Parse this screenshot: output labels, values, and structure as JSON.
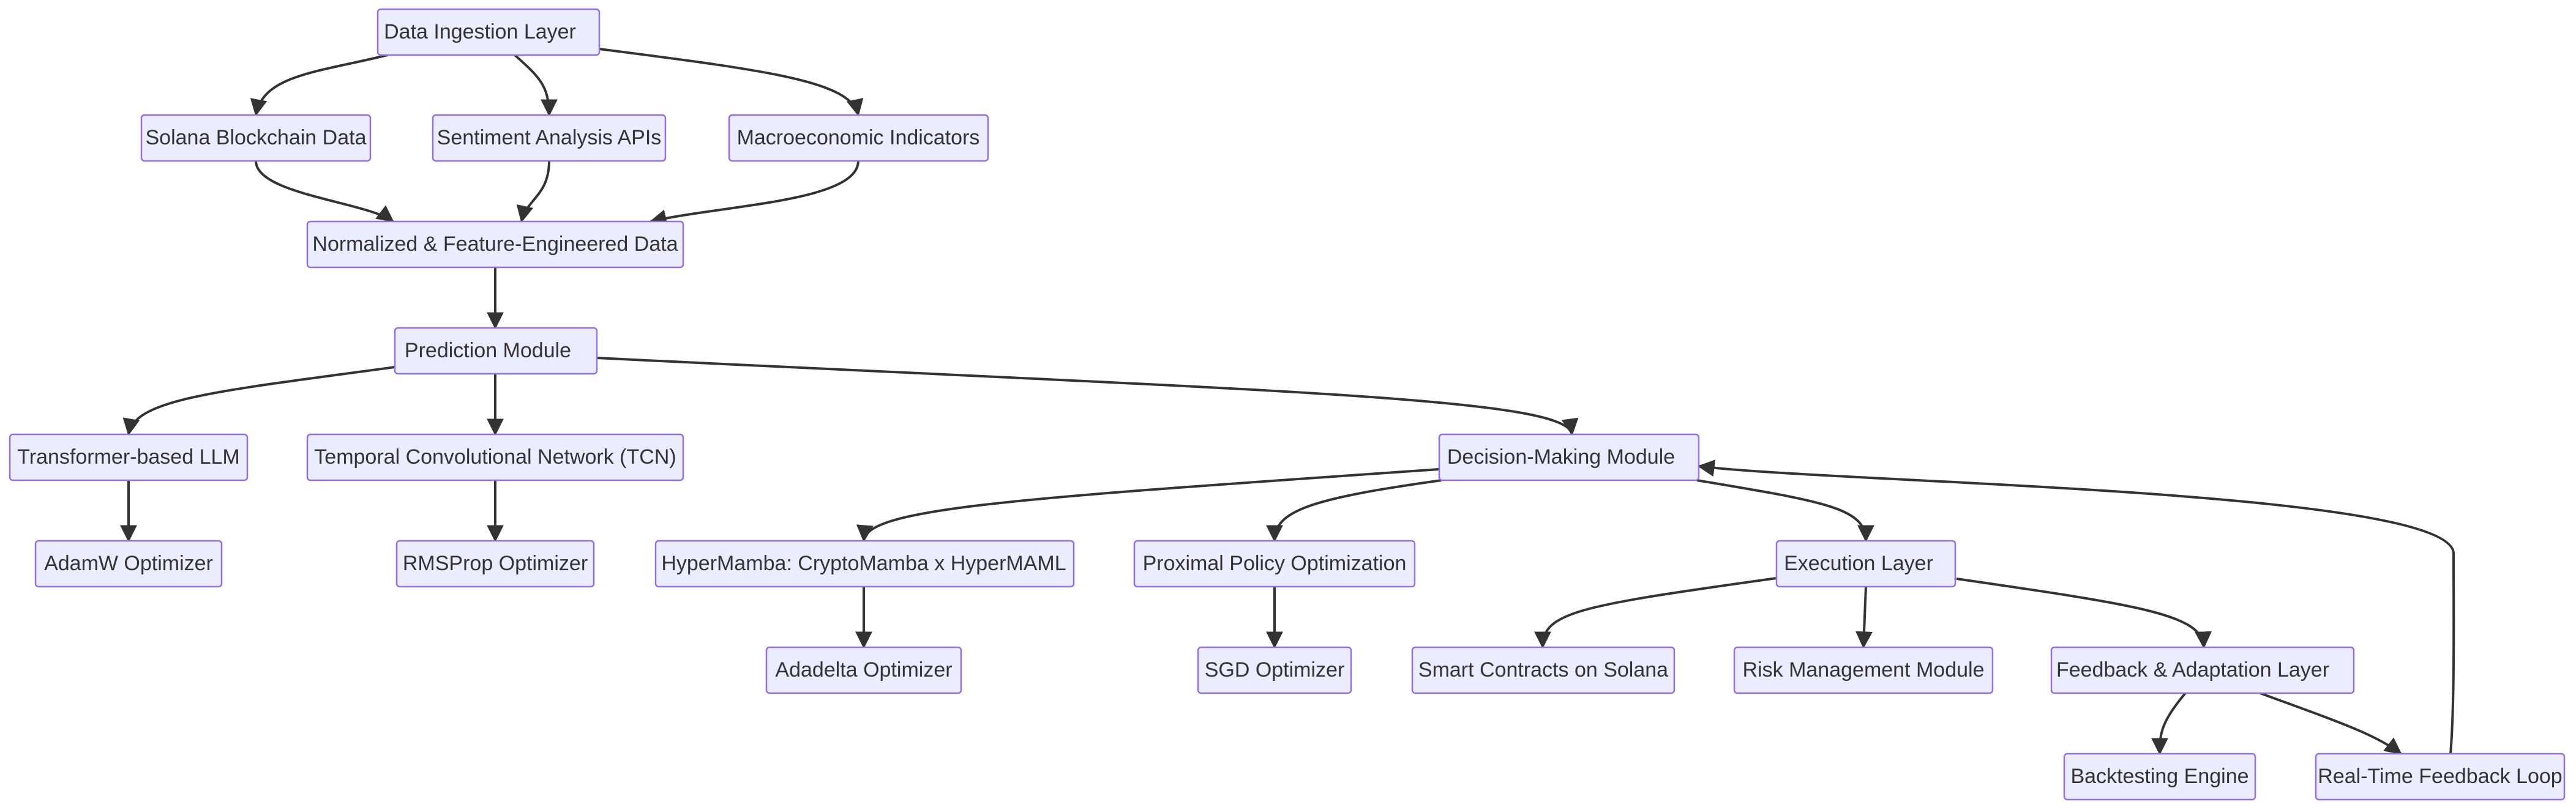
{
  "diagram": {
    "nodes": {
      "ingestion": "Data Ingestion Layer",
      "solana_data": "Solana Blockchain Data",
      "sentiment": "Sentiment Analysis APIs",
      "macro": "Macroeconomic Indicators",
      "normalized": "Normalized & Feature-Engineered Data",
      "prediction": "Prediction Module",
      "transformer": "Transformer-based LLM",
      "tcn": "Temporal Convolutional Network (TCN)",
      "decision": "Decision-Making Module",
      "adamw": "AdamW Optimizer",
      "rmsprop": "RMSProp Optimizer",
      "hypermamba": "HyperMamba: CryptoMamba x HyperMAML",
      "ppo": "Proximal Policy Optimization",
      "execution": "Execution Layer",
      "adadelta": "Adadelta Optimizer",
      "sgd": "SGD Optimizer",
      "smart_contracts": "Smart Contracts on Solana",
      "risk": "Risk Management Module",
      "feedback": "Feedback & Adaptation Layer",
      "backtesting": "Backtesting Engine",
      "realtime": "Real-Time Feedback Loop"
    },
    "edges": [
      [
        "ingestion",
        "solana_data"
      ],
      [
        "ingestion",
        "sentiment"
      ],
      [
        "ingestion",
        "macro"
      ],
      [
        "solana_data",
        "normalized"
      ],
      [
        "sentiment",
        "normalized"
      ],
      [
        "macro",
        "normalized"
      ],
      [
        "normalized",
        "prediction"
      ],
      [
        "prediction",
        "transformer"
      ],
      [
        "prediction",
        "tcn"
      ],
      [
        "prediction",
        "decision"
      ],
      [
        "transformer",
        "adamw"
      ],
      [
        "tcn",
        "rmsprop"
      ],
      [
        "decision",
        "hypermamba"
      ],
      [
        "decision",
        "ppo"
      ],
      [
        "decision",
        "execution"
      ],
      [
        "hypermamba",
        "adadelta"
      ],
      [
        "ppo",
        "sgd"
      ],
      [
        "execution",
        "smart_contracts"
      ],
      [
        "execution",
        "risk"
      ],
      [
        "execution",
        "feedback"
      ],
      [
        "feedback",
        "backtesting"
      ],
      [
        "feedback",
        "realtime"
      ],
      [
        "realtime",
        "decision"
      ]
    ]
  }
}
